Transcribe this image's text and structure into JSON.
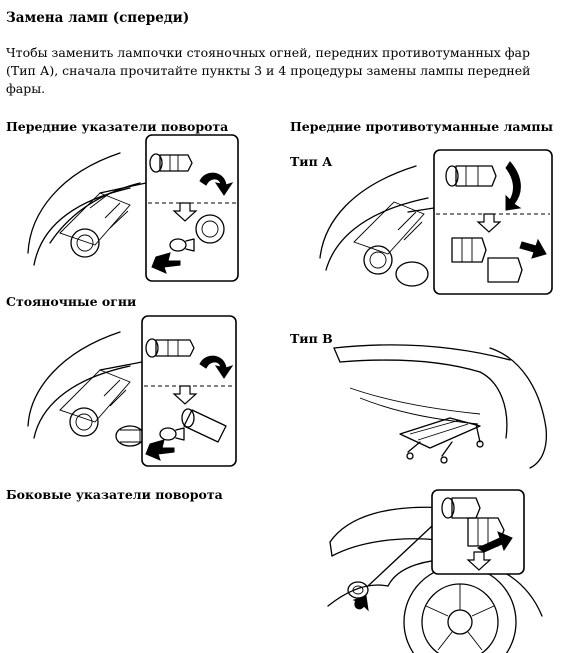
{
  "page": {
    "title": "Замена ламп (спереди)",
    "intro": "Чтобы заменить лампочки стояночных огней, передних противотуманных фар (Тип А), сначала прочитайте пункты 3 и 4 процедуры замены лампы передней фары."
  },
  "sections": {
    "front_turn": {
      "heading": "Передние указатели поворота"
    },
    "parking": {
      "heading": "Стояночные огни"
    },
    "side_turn": {
      "heading": "Боковые указатели поворота"
    },
    "fog": {
      "heading": "Передние противотуманные лампы",
      "type_a": "Тип А",
      "type_b": "Тип В"
    }
  }
}
